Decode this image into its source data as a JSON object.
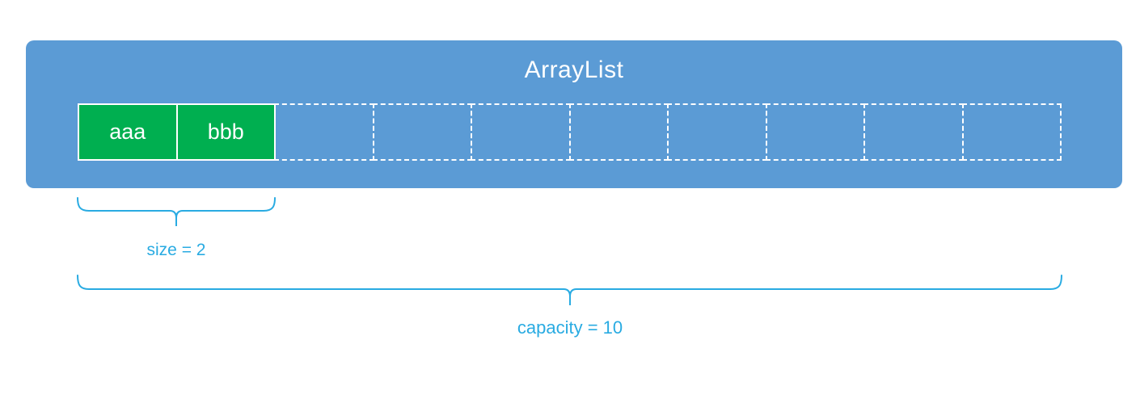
{
  "diagram": {
    "title": "ArrayList",
    "colors": {
      "container_blue": "#5b9bd5",
      "filled_green": "#00af50",
      "annotation_blue": "#29abe2",
      "cell_border_white": "#ffffff"
    },
    "array": {
      "capacity": 10,
      "size": 2,
      "cells": [
        {
          "value": "aaa",
          "filled": true
        },
        {
          "value": "bbb",
          "filled": true
        },
        {
          "value": "",
          "filled": false
        },
        {
          "value": "",
          "filled": false
        },
        {
          "value": "",
          "filled": false
        },
        {
          "value": "",
          "filled": false
        },
        {
          "value": "",
          "filled": false
        },
        {
          "value": "",
          "filled": false
        },
        {
          "value": "",
          "filled": false
        },
        {
          "value": "",
          "filled": false
        }
      ]
    },
    "annotations": {
      "size_label": "size = 2",
      "capacity_label": "capacity = 10"
    }
  }
}
